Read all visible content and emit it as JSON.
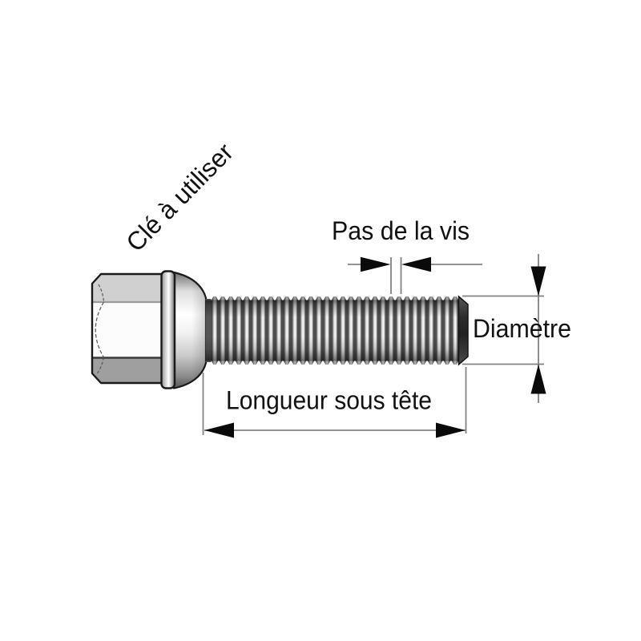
{
  "diagram": {
    "type": "technical-dimension-diagram",
    "subject": "wheel bolt side view",
    "background": "#ffffff",
    "labels": {
      "wrench": "Clé à utiliser",
      "pitch": "Pas de la vis",
      "diameter": "Diamètre",
      "length_under_head": "Longueur sous tête"
    },
    "colors": {
      "outline": "#1a1a1a",
      "dimension_line": "#828282",
      "arrowhead": "#0a0a0a",
      "text": "#111111",
      "hex_top_facet": "#d0d0d0",
      "hex_front_facet": "#fcfcfc",
      "hex_bottom_facet": "#9f9f9f",
      "thread_dark": "#2e2e2e",
      "thread_highlight": "#ffffff"
    }
  }
}
